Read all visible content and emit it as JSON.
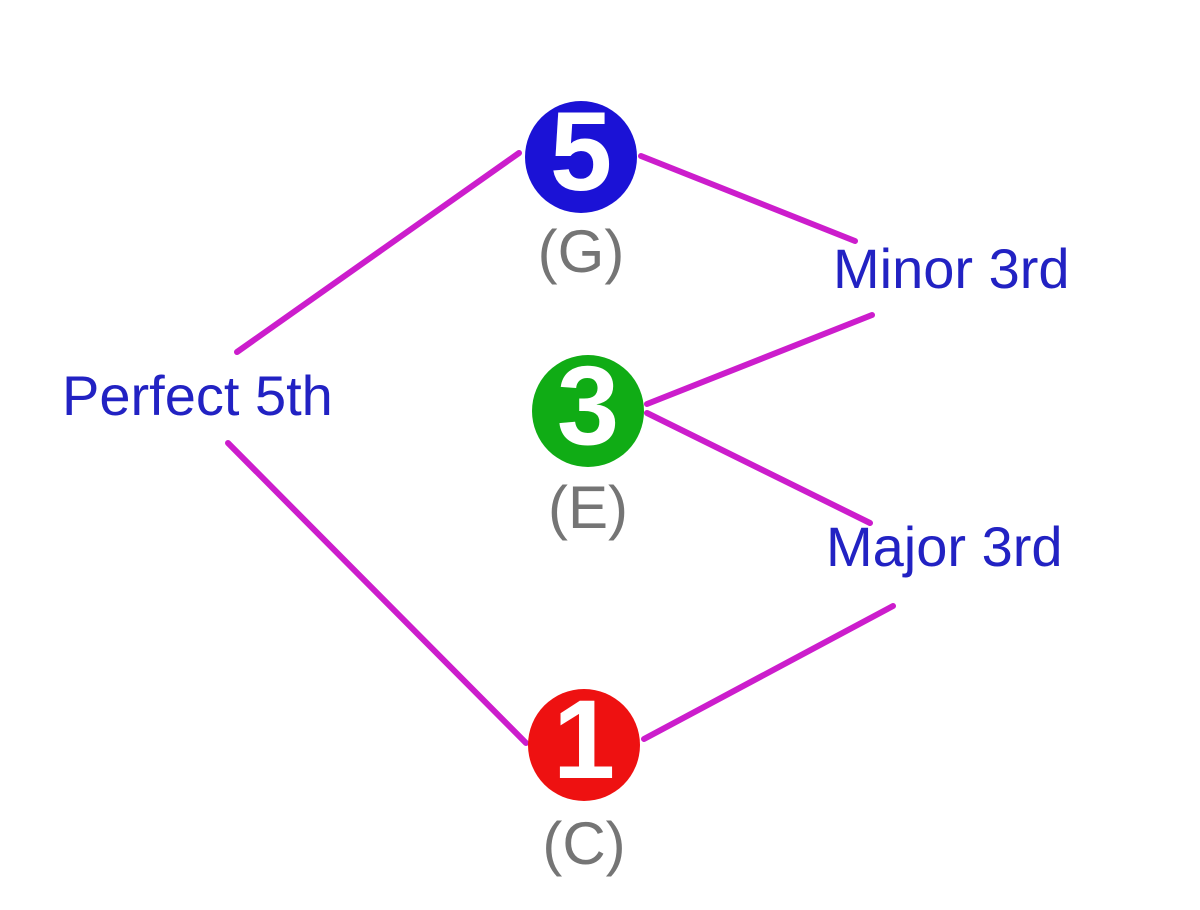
{
  "background_color": "#ffffff",
  "colors": {
    "edge_line": "#cc1dcc",
    "interval_text": "#2222c3",
    "note_text": "#757575",
    "node_number_text": "#ffffff",
    "node_5_fill": "#1b12d6",
    "node_3_fill": "#10ac15",
    "node_1_fill": "#ee1111"
  },
  "nodes": [
    {
      "degree": "5",
      "note": "(G)",
      "color": "#1b12d6"
    },
    {
      "degree": "3",
      "note": "(E)",
      "color": "#10ac15"
    },
    {
      "degree": "1",
      "note": "(C)",
      "color": "#ee1111"
    }
  ],
  "intervals": [
    {
      "label": "Perfect 5th",
      "between": [
        "1",
        "5"
      ]
    },
    {
      "label": "Minor 3rd",
      "between": [
        "3",
        "5"
      ]
    },
    {
      "label": "Major 3rd",
      "between": [
        "1",
        "3"
      ]
    }
  ]
}
